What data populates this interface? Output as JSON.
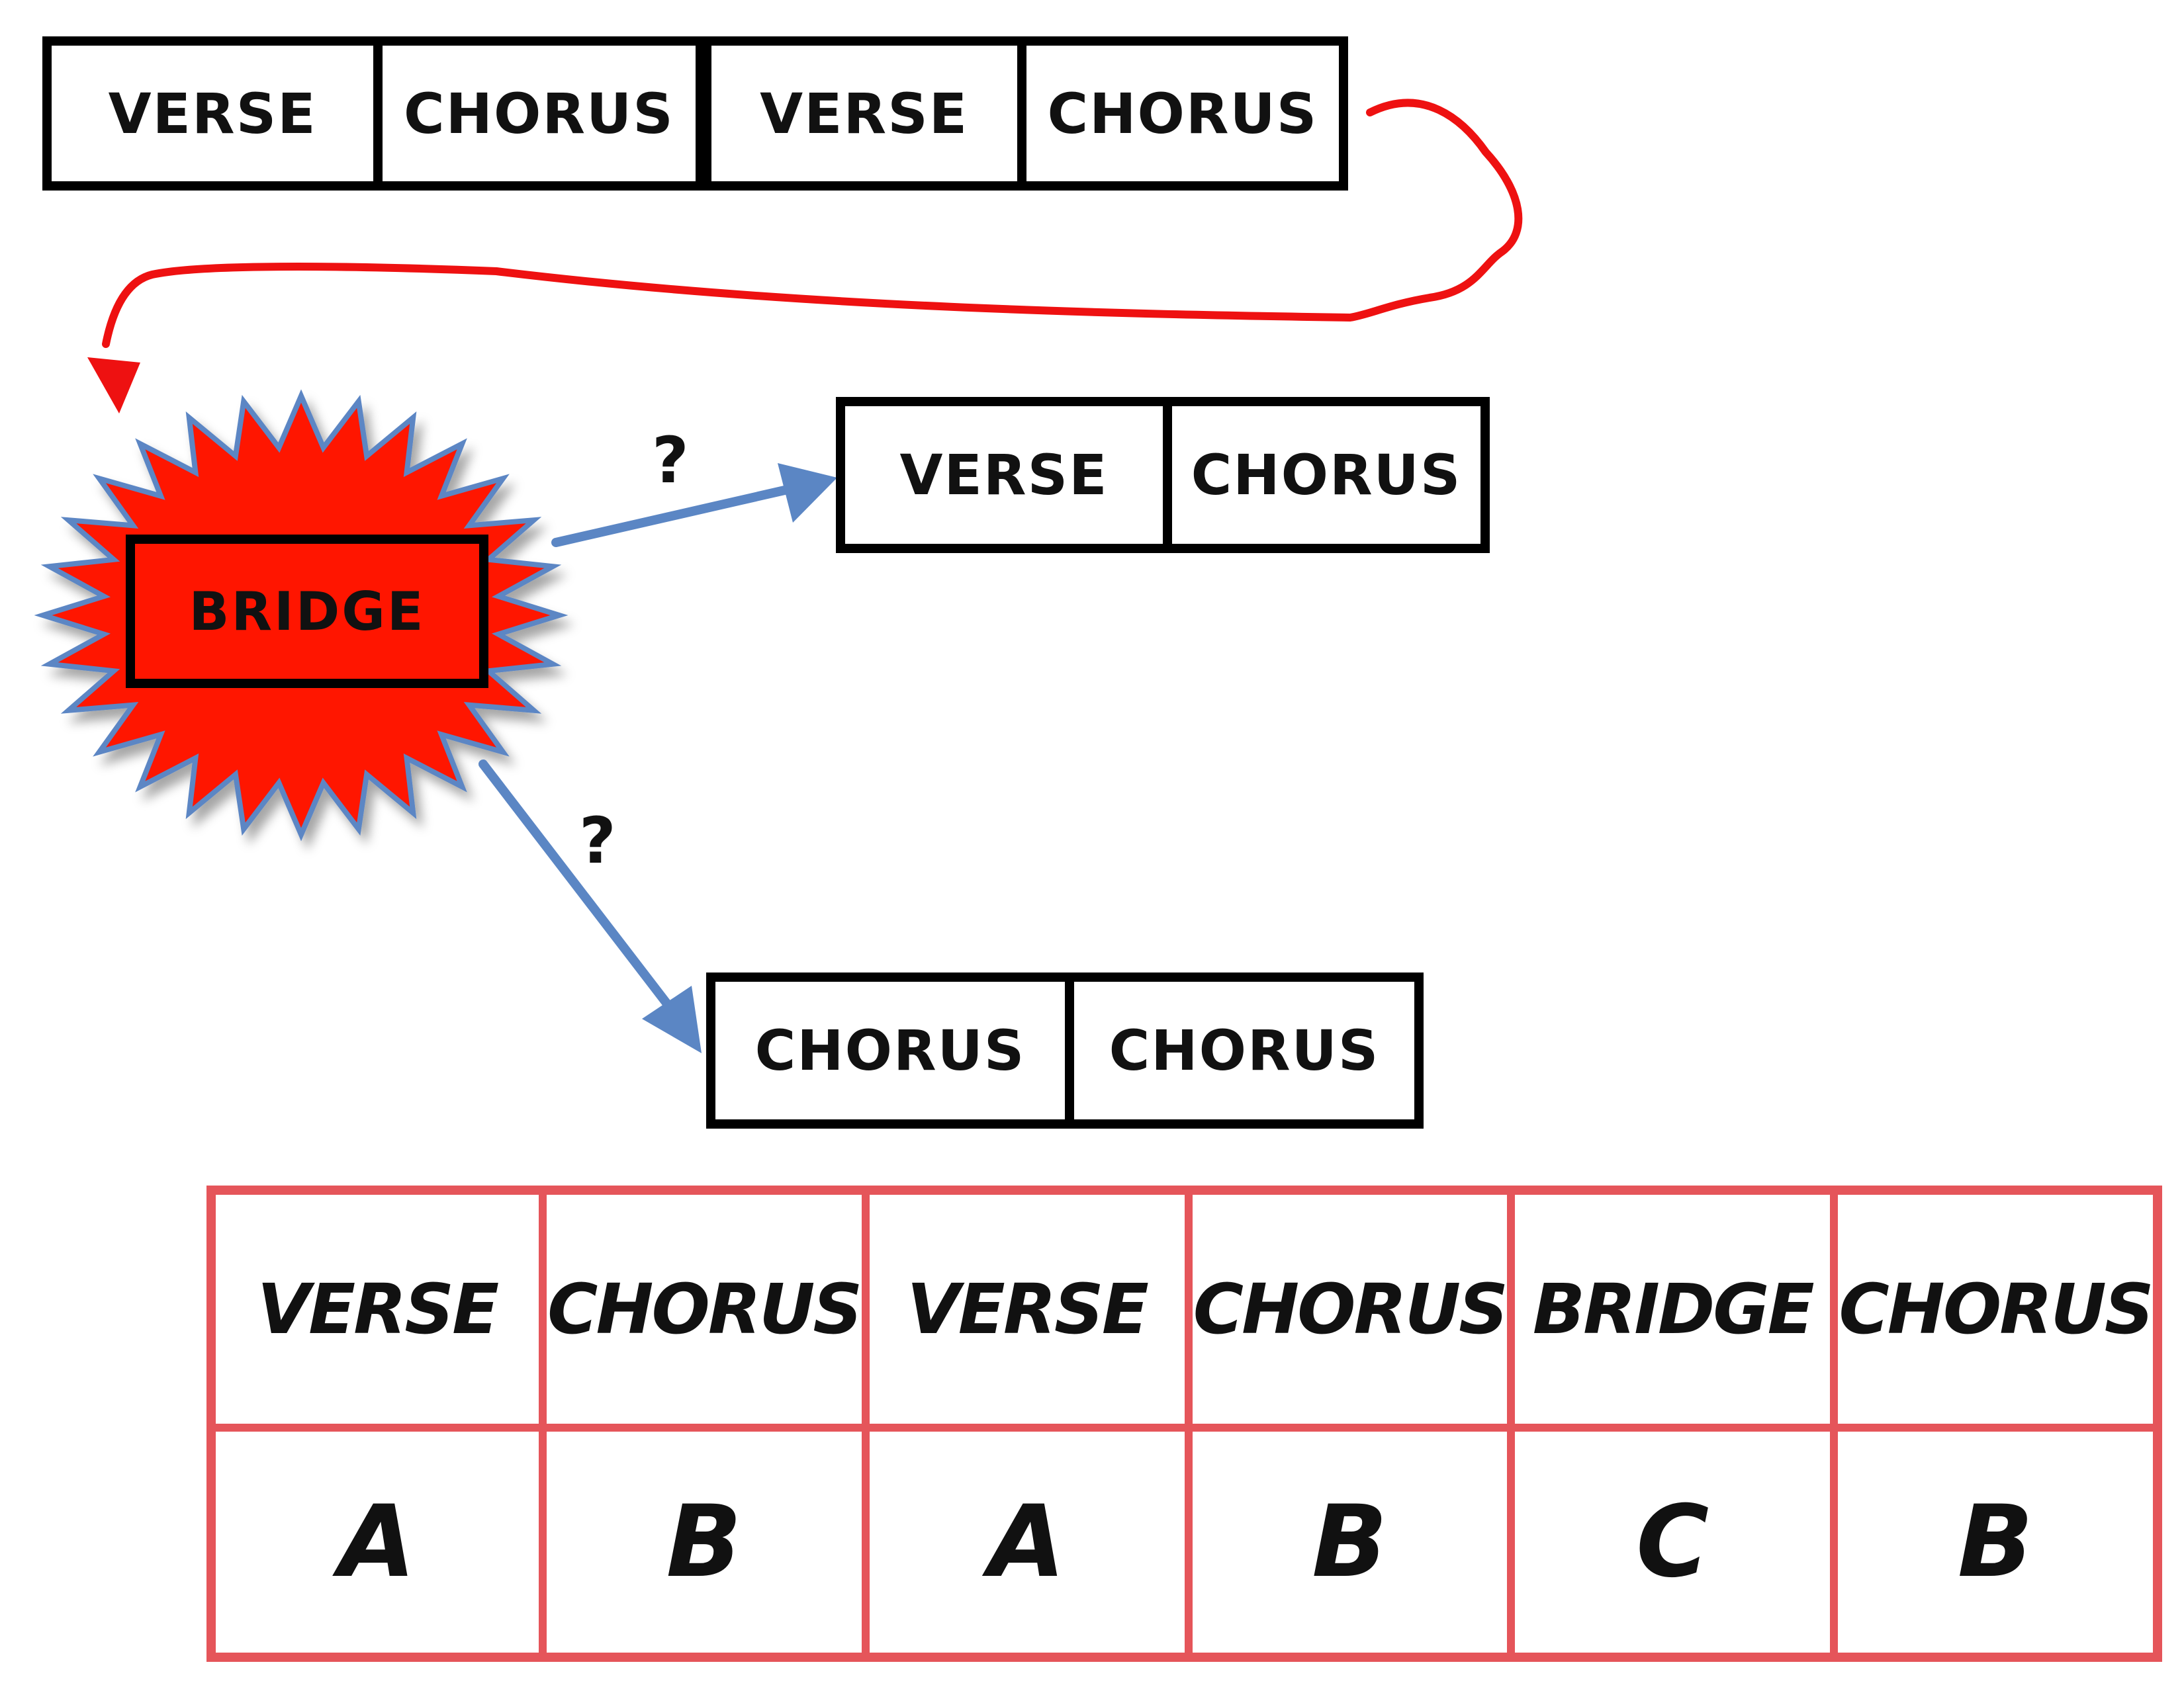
{
  "top_sequence": [
    "VERSE",
    "CHORUS",
    "VERSE",
    "CHORUS"
  ],
  "bridge": {
    "label": "BRIDGE",
    "fill": "#ff1500"
  },
  "option_1": {
    "question": "?",
    "sections": [
      "VERSE",
      "CHORUS"
    ]
  },
  "option_2": {
    "question": "?",
    "sections": [
      "CHORUS",
      "CHORUS"
    ]
  },
  "song_form": {
    "sections": [
      "VERSE",
      "CHORUS",
      "VERSE",
      "CHORUS",
      "BRIDGE",
      "CHORUS"
    ],
    "letters": [
      "A",
      "B",
      "A",
      "B",
      "C",
      "B"
    ]
  },
  "colors": {
    "loop_arrow": "#ee1111",
    "option_arrow": "#5b86c4",
    "table_border": "#e5555a",
    "starburst_outline": "#5b86c4"
  }
}
